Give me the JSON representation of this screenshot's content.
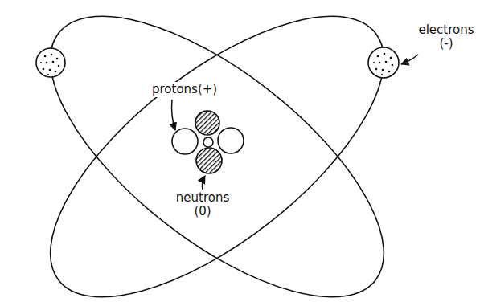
{
  "diagram": {
    "labels": [
      "protons(+)",
      "electrons (-)",
      "neutrons (0)"
    ]
  }
}
